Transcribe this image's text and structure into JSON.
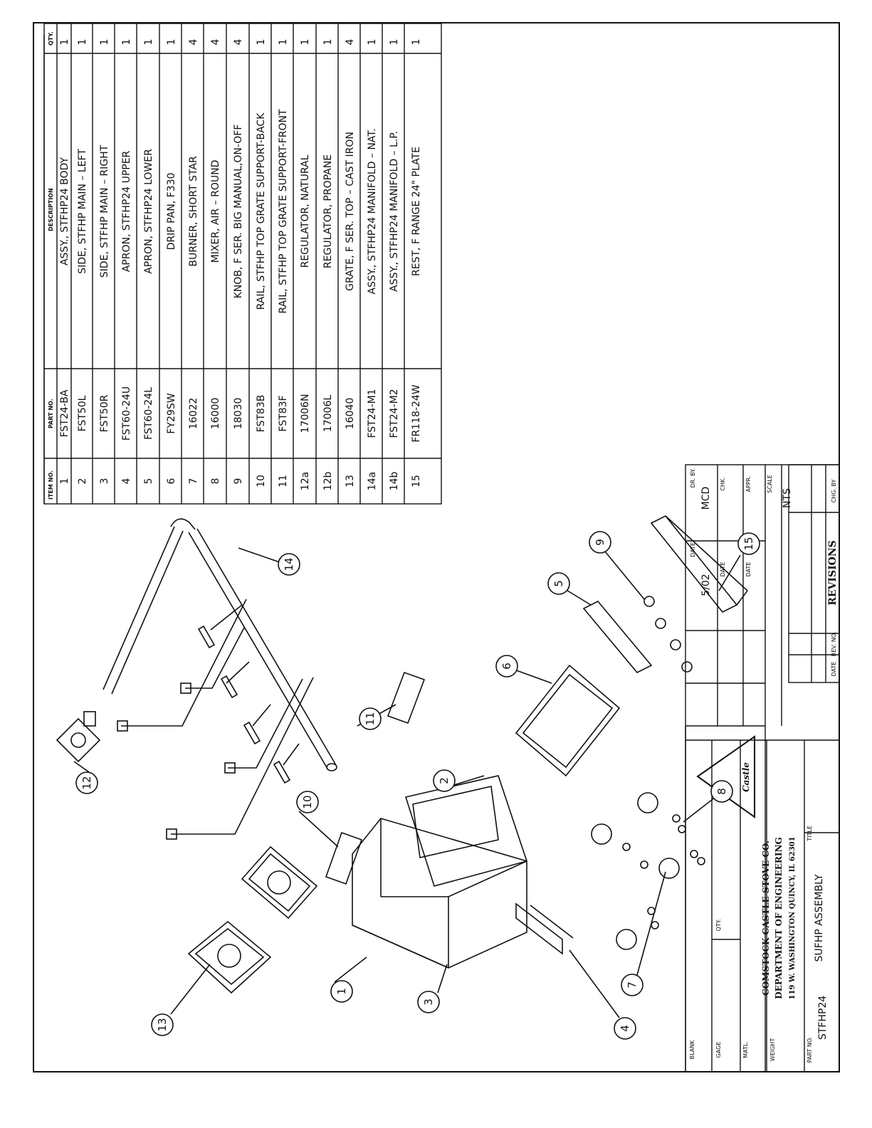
{
  "parts_list": {
    "headers": {
      "item": "ITEM NO.",
      "part": "PART NO.",
      "description": "DESCRIPTION",
      "qty": "QTY."
    },
    "rows": [
      {
        "item": "1",
        "part": "FST24-BA",
        "description": "ASSY., STFHP24 BODY",
        "qty": "1"
      },
      {
        "item": "2",
        "part": "FST50L",
        "description": "SIDE, STFHP MAIN – LEFT",
        "qty": "1"
      },
      {
        "item": "3",
        "part": "FST50R",
        "description": "SIDE, STFHP MAIN – RIGHT",
        "qty": "1"
      },
      {
        "item": "4",
        "part": "FST60-24U",
        "description": "APRON, STFHP24 UPPER",
        "qty": "1"
      },
      {
        "item": "5",
        "part": "FST60-24L",
        "description": "APRON, STFHP24 LOWER",
        "qty": "1"
      },
      {
        "item": "6",
        "part": "FY29SW",
        "description": "DRIP PAN, F330",
        "qty": "1"
      },
      {
        "item": "7",
        "part": "16022",
        "description": "BURNER, SHORT STAR",
        "qty": "4"
      },
      {
        "item": "8",
        "part": "16000",
        "description": "MIXER, AIR – ROUND",
        "qty": "4"
      },
      {
        "item": "9",
        "part": "18030",
        "description": "KNOB, F SER. BIG MANUAL,ON-OFF",
        "qty": "4"
      },
      {
        "item": "10",
        "part": "FST83B",
        "description": "RAIL, STFHP TOP GRATE SUPPORT-BACK",
        "qty": "1"
      },
      {
        "item": "11",
        "part": "FST83F",
        "description": "RAIL, STFHP TOP GRATE SUPPORT-FRONT",
        "qty": "1"
      },
      {
        "item": "12a",
        "part": "17006N",
        "description": "REGULATOR, NATURAL",
        "qty": "1"
      },
      {
        "item": "12b",
        "part": "17006L",
        "description": "REGULATOR, PROPANE",
        "qty": "1"
      },
      {
        "item": "13",
        "part": "16040",
        "description": "GRATE, F SER. TOP – CAST IRON",
        "qty": "4"
      },
      {
        "item": "14a",
        "part": "FST24-M1",
        "description": "ASSY., STFHP24 MANIFOLD – NAT.",
        "qty": "1"
      },
      {
        "item": "14b",
        "part": "FST24-M2",
        "description": "ASSY., STFHP24 MANIFOLD – L.P.",
        "qty": "1"
      },
      {
        "item": "15",
        "part": "FR118-24W",
        "description": "REST, F RANGE 24\" PLATE",
        "qty": "1"
      }
    ]
  },
  "title_block": {
    "dr_by_label": "DR. BY.",
    "dr_by": "MCD",
    "date_label": "DATE",
    "date": "5/02",
    "chk_label": "CHK.",
    "chk_date_label": "DATE",
    "appr_label": "APPR.",
    "appr_date_label": "DATE",
    "scale_label": "SCALE",
    "scale": "NTS",
    "logo_text": "Castle",
    "company": "COMSTOCK CASTLE STOVE CO.",
    "department": "DEPARTMENT OF ENGINEERING",
    "address": "119 W. WASHINGTON   QUINCY, IL 62301",
    "title_label": "TITLE",
    "title": "SUFHP ASSEMBLY",
    "blank_label": "BLANK",
    "gage_label": "GAGE",
    "qty_label": "QTY.",
    "matl_label": "MATL.",
    "weight_label": "WEIGHT",
    "part_no_label": "PART NO.",
    "part_no": "STFHP24"
  },
  "revisions": {
    "label": "REVISIONS",
    "date_label": "DATE",
    "rev_no_label": "REV. NO.",
    "chg_by_label": "CHG. BY"
  },
  "callouts": [
    "1",
    "2",
    "3",
    "4",
    "5",
    "6",
    "7",
    "8",
    "9",
    "10",
    "11",
    "12",
    "13",
    "14",
    "15"
  ]
}
